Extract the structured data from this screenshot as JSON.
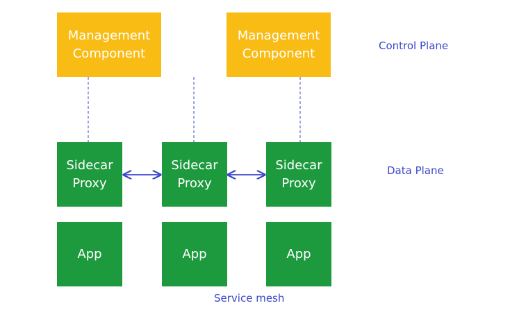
{
  "management": [
    {
      "line1": "Management",
      "line2": "Component"
    },
    {
      "line1": "Management",
      "line2": "Component"
    }
  ],
  "sidecars": [
    {
      "line1": "Sidecar",
      "line2": "Proxy"
    },
    {
      "line1": "Sidecar",
      "line2": "Proxy"
    },
    {
      "line1": "Sidecar",
      "line2": "Proxy"
    }
  ],
  "apps": [
    {
      "label": "App"
    },
    {
      "label": "App"
    },
    {
      "label": "App"
    }
  ],
  "labels": {
    "control_plane": "Control Plane",
    "data_plane": "Data Plane",
    "service_mesh": "Service mesh"
  },
  "colors": {
    "management": "#F9BC15",
    "proxy": "#1E9A3E",
    "connector": "#3B46C9",
    "label": "#3B46C9"
  }
}
